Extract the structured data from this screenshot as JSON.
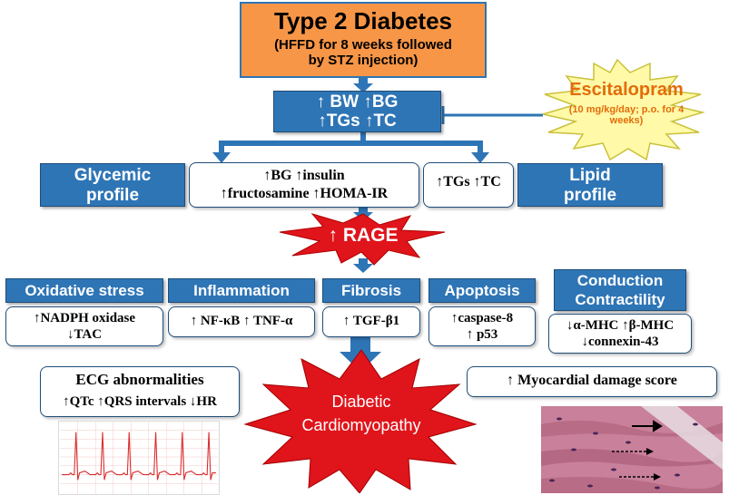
{
  "top": {
    "title": "Type 2 Diabetes",
    "subtitle_line1": "(HFFD for 8 weeks followed",
    "subtitle_line2": "by STZ injection)"
  },
  "params_box": {
    "line1": "↑ BW ↑BG",
    "line2": "↑TGs ↑TC"
  },
  "drug": {
    "name": "Escitalopram",
    "dose_line1": "(10 mg/kg/day; p.o. for 4",
    "dose_line2": "weeks)"
  },
  "glycemic": {
    "label_line1": "Glycemic",
    "label_line2": "profile",
    "value_line1": "↑BG ↑insulin",
    "value_line2": "↑fructosamine ↑HOMA-IR"
  },
  "lipid": {
    "label_line1": "Lipid",
    "label_line2": "profile",
    "value": "↑TGs ↑TC"
  },
  "rage": "↑ RAGE",
  "pathways": [
    {
      "label": "Oxidative stress",
      "value_line1": "↑NADPH oxidase",
      "value_line2": "↓TAC"
    },
    {
      "label": "Inflammation",
      "value_line1": "↑ NF-κB ↑ TNF-α",
      "value_line2": ""
    },
    {
      "label": "Fibrosis",
      "value_line1": "↑ TGF-β1",
      "value_line2": ""
    },
    {
      "label": "Apoptosis",
      "value_line1": "↑caspase-8",
      "value_line2": "↑ p53"
    },
    {
      "label_line1": "Conduction",
      "label_line2": "Contractility",
      "value_line1": "↓α-MHC ↑β-MHC",
      "value_line2": "↓connexin-43"
    }
  ],
  "ecg": {
    "title": "ECG abnormalities",
    "value": "↑QTc ↑QRS intervals ↓HR"
  },
  "outcome": {
    "line1": "Diabetic",
    "line2": "Cardiomyopathy"
  },
  "damage": "↑ Myocardial damage score",
  "colors": {
    "orange": "#f79646",
    "blue": "#2e75b6",
    "red_burst": "#e0141b",
    "yellow_burst": "#fff9a8",
    "drug_text": "#e36c09"
  },
  "icons": {
    "ecg_trace": "ecg-trace-image",
    "histology": "histology-image"
  }
}
